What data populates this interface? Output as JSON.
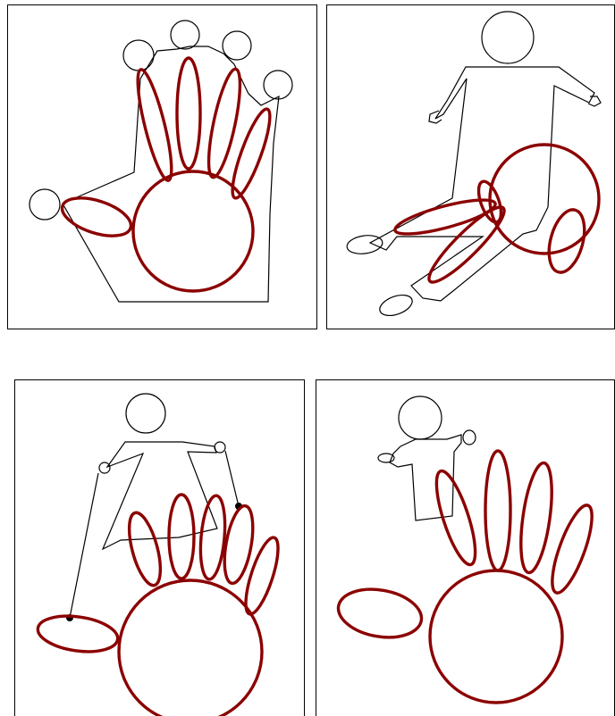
{
  "figure": {
    "panels": [
      {
        "id": "hand-puppet-overlay"
      },
      {
        "id": "figure-with-spread-legs"
      },
      {
        "id": "puppet-with-strings"
      },
      {
        "id": "puppet-behind-hand"
      }
    ]
  },
  "colors": {
    "outline": "#000000",
    "shape": "#8b0000",
    "background": "#ffffff"
  }
}
